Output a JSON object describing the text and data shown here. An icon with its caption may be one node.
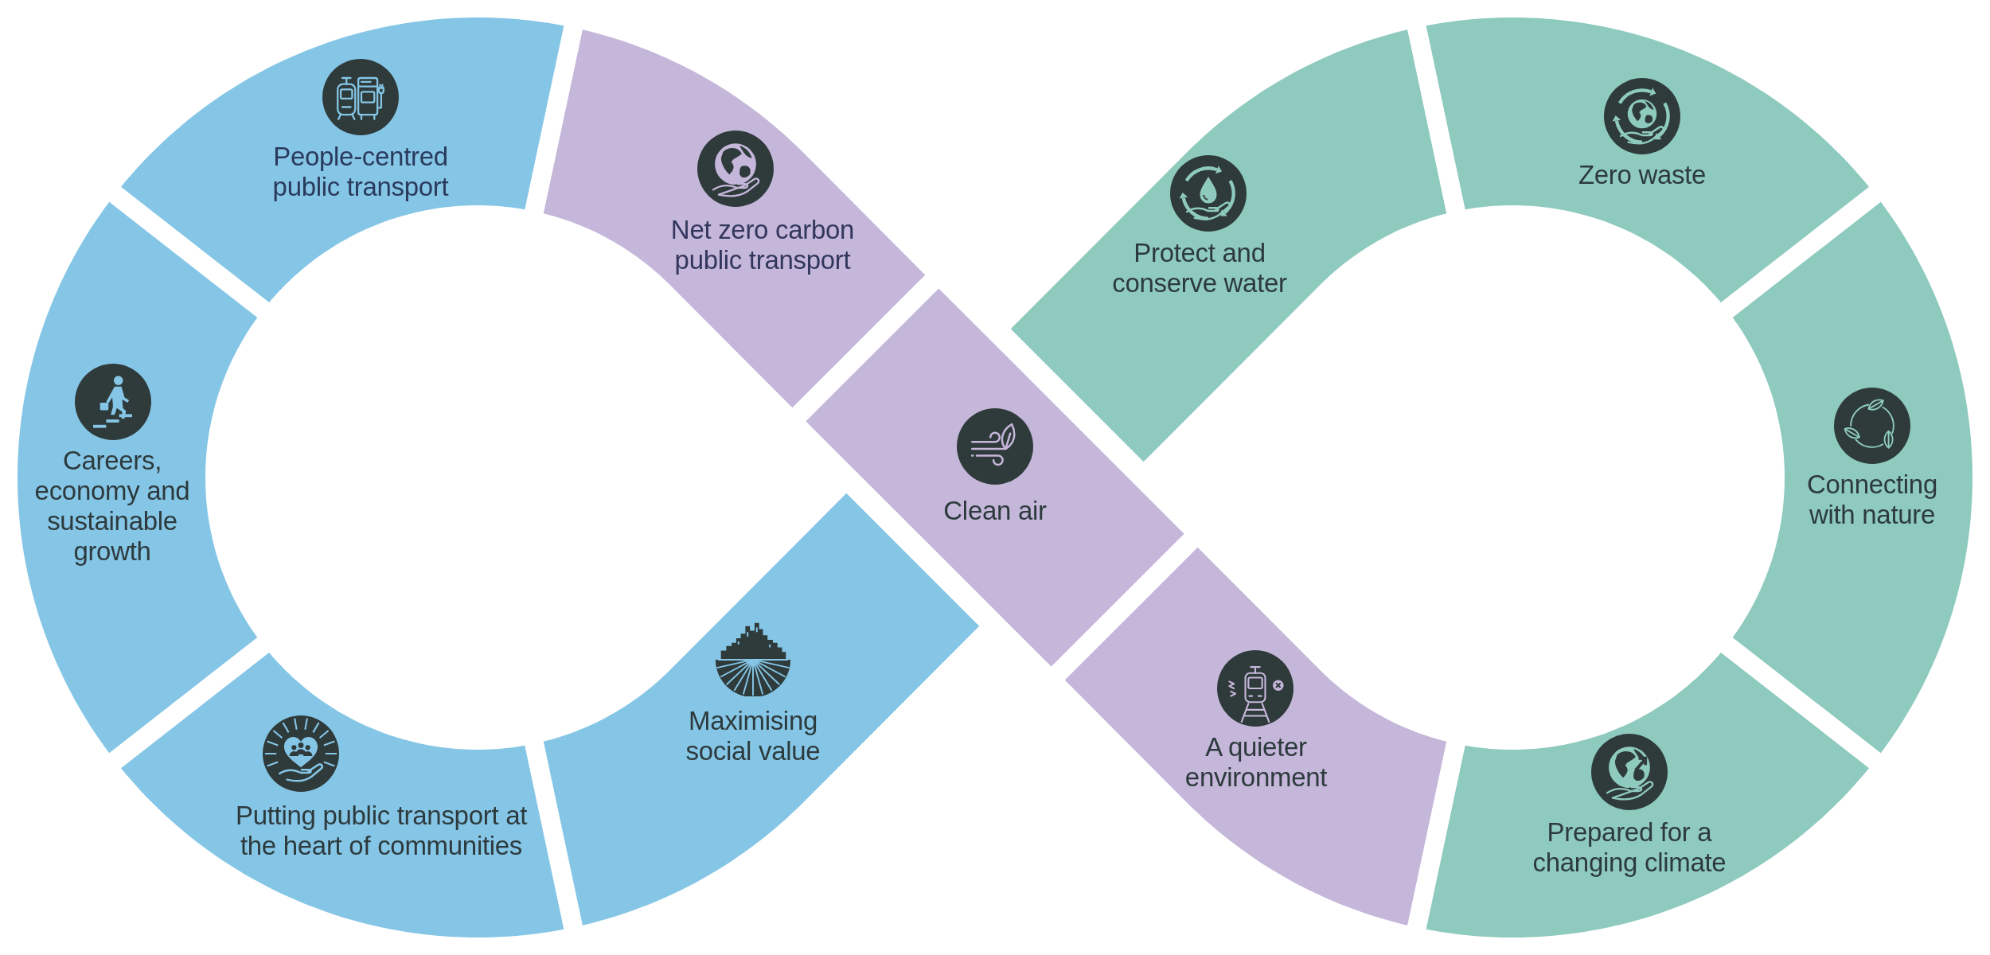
{
  "diagram": {
    "nodes": [
      {
        "text": [
          "People-centred public transport"
        ]
      },
      {
        "text": [
          "Careers, economy and sustainable growth"
        ]
      },
      {
        "text": [
          "Putting public transport at the heart of communities"
        ]
      },
      {
        "text": [
          "Maximising social value"
        ]
      },
      {
        "text": [
          "Net zero carbon public transport"
        ]
      },
      {
        "text": [
          "Clean air"
        ]
      },
      {
        "text": [
          "A quieter environment"
        ]
      },
      {
        "text": [
          "Protect and conserve water"
        ]
      },
      {
        "text": [
          "Zero waste"
        ]
      },
      {
        "text": [
          "Connecting with nature"
        ]
      },
      {
        "text": [
          "Prepared for a changing climate"
        ]
      }
    ]
  }
}
